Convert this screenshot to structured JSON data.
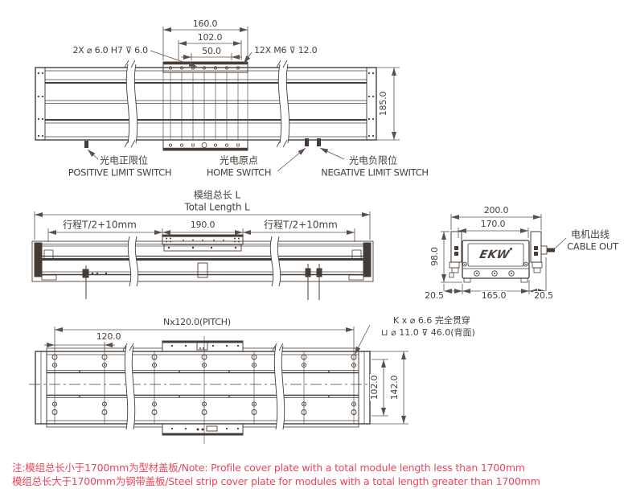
{
  "colors": {
    "line": "#463c36",
    "dim": "#5a5049",
    "note_red": "#e8475a"
  },
  "top_view": {
    "dim_160": "160.0",
    "dim_102": "102.0",
    "dim_50": "50.0",
    "dim_185": "185.0",
    "callout_left": "2X  ⌀ 6.0 H7  ⊽ 6.0",
    "callout_right": "12X  M6  ⊽ 12.0",
    "switches": [
      {
        "zh": "光电正限位",
        "en": "POSITIVE LIMIT SWITCH"
      },
      {
        "zh": "光电原点",
        "en": "HOME SWITCH"
      },
      {
        "zh": "光电负限位",
        "en": "NEGATIVE LIMIT SWITCH"
      }
    ]
  },
  "front_view": {
    "total_zh": "模组总长 L",
    "total_en": "Total Length L",
    "stroke_left": "行程T/2+10mm",
    "dim_190": "190.0",
    "stroke_right": "行程T/2+10mm"
  },
  "end_view": {
    "dim_200": "200.0",
    "dim_170": "170.0",
    "dim_98": "98.0",
    "dim_205_left": "20.5",
    "dim_165": "165.0",
    "dim_205_right": "20.5",
    "cable_zh": "电机出线",
    "cable_en": "CABLE OUT",
    "logo": "EKW"
  },
  "bottom_view": {
    "dim_pitch": "Nx120.0(PITCH)",
    "dim_120": "120.0",
    "callout_line1": "K x  ⌀ 6.6 完全贯穿",
    "callout_line2": "⊔  ⌀ 11.0  ⊽ 46.0(背面)",
    "dim_102": "102.0",
    "dim_142": "142.0"
  },
  "notes": {
    "line1": "注:模组总长小于1700mm为型材盖板/Note: Profile cover plate with a total module length less than 1700mm",
    "line2": "模组总长大于1700mm为钢带盖板/Steel strip cover plate for modules with a total length greater than 1700mm"
  }
}
